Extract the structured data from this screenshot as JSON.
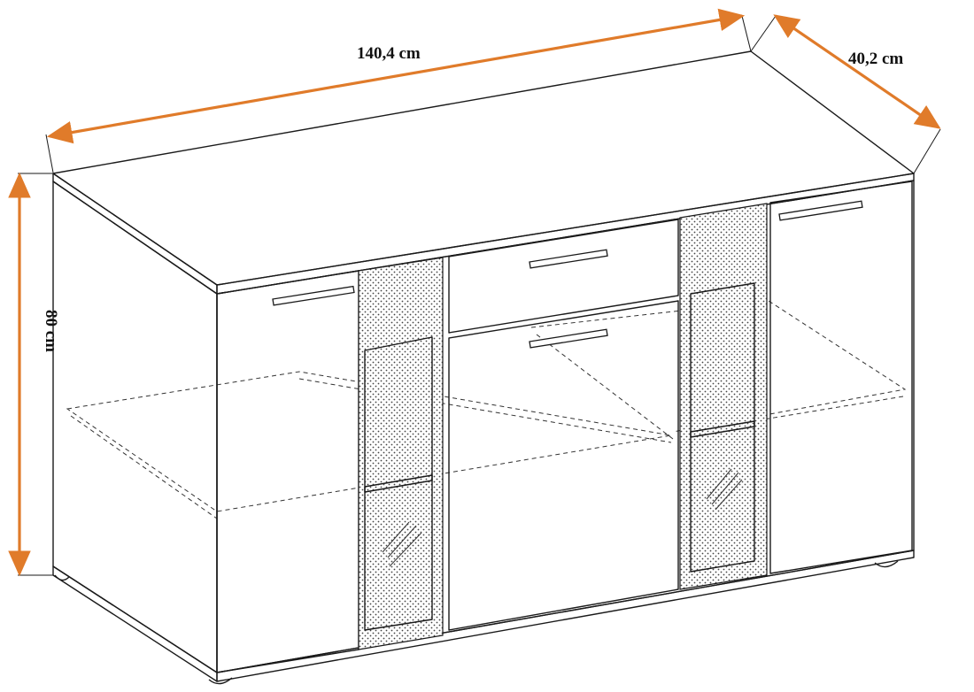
{
  "dimensions": {
    "width_label": "140,4 cm",
    "depth_label": "40,2 cm",
    "height_label": "80 cm",
    "arrow_color": "#e07b2a"
  },
  "icons": {
    "dimension-arrow": "orange double-headed arrow",
    "handle": "bar handle"
  }
}
